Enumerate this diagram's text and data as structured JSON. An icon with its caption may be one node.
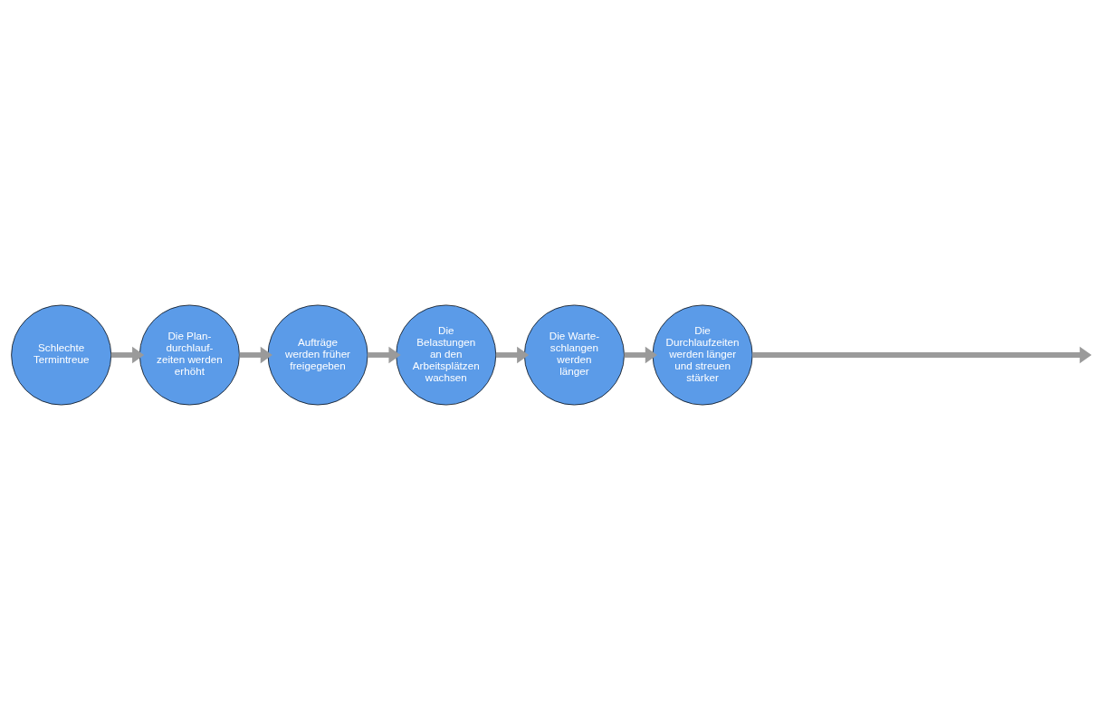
{
  "diagram": {
    "nodes": [
      {
        "text": [
          "Die Durchlaufzeiten werden länger und streuen stärker"
        ]
      },
      {
        "text": [
          "Schlechte Termintreue"
        ]
      },
      {
        "text": [
          "Die Plan- durchlauf- zeiten werden erhöht"
        ]
      },
      {
        "text": [
          "Aufträge werden früher freigegeben"
        ]
      },
      {
        "text": [
          "Die Belastungen an den Arbeitsplätzen wachsen"
        ]
      },
      {
        "text": [
          "Die Warte- schlangen werden länger"
        ]
      }
    ],
    "edges": [
      {
        "from": 0,
        "to": null,
        "arrow": "to"
      },
      {
        "from": 1,
        "to": 2,
        "arrow": "to"
      },
      {
        "from": 2,
        "to": 3,
        "arrow": "to"
      },
      {
        "from": 3,
        "to": 4,
        "arrow": "to"
      },
      {
        "from": 4,
        "to": 5,
        "arrow": "to"
      },
      {
        "from": 5,
        "to": 0,
        "arrow": "to"
      }
    ]
  }
}
